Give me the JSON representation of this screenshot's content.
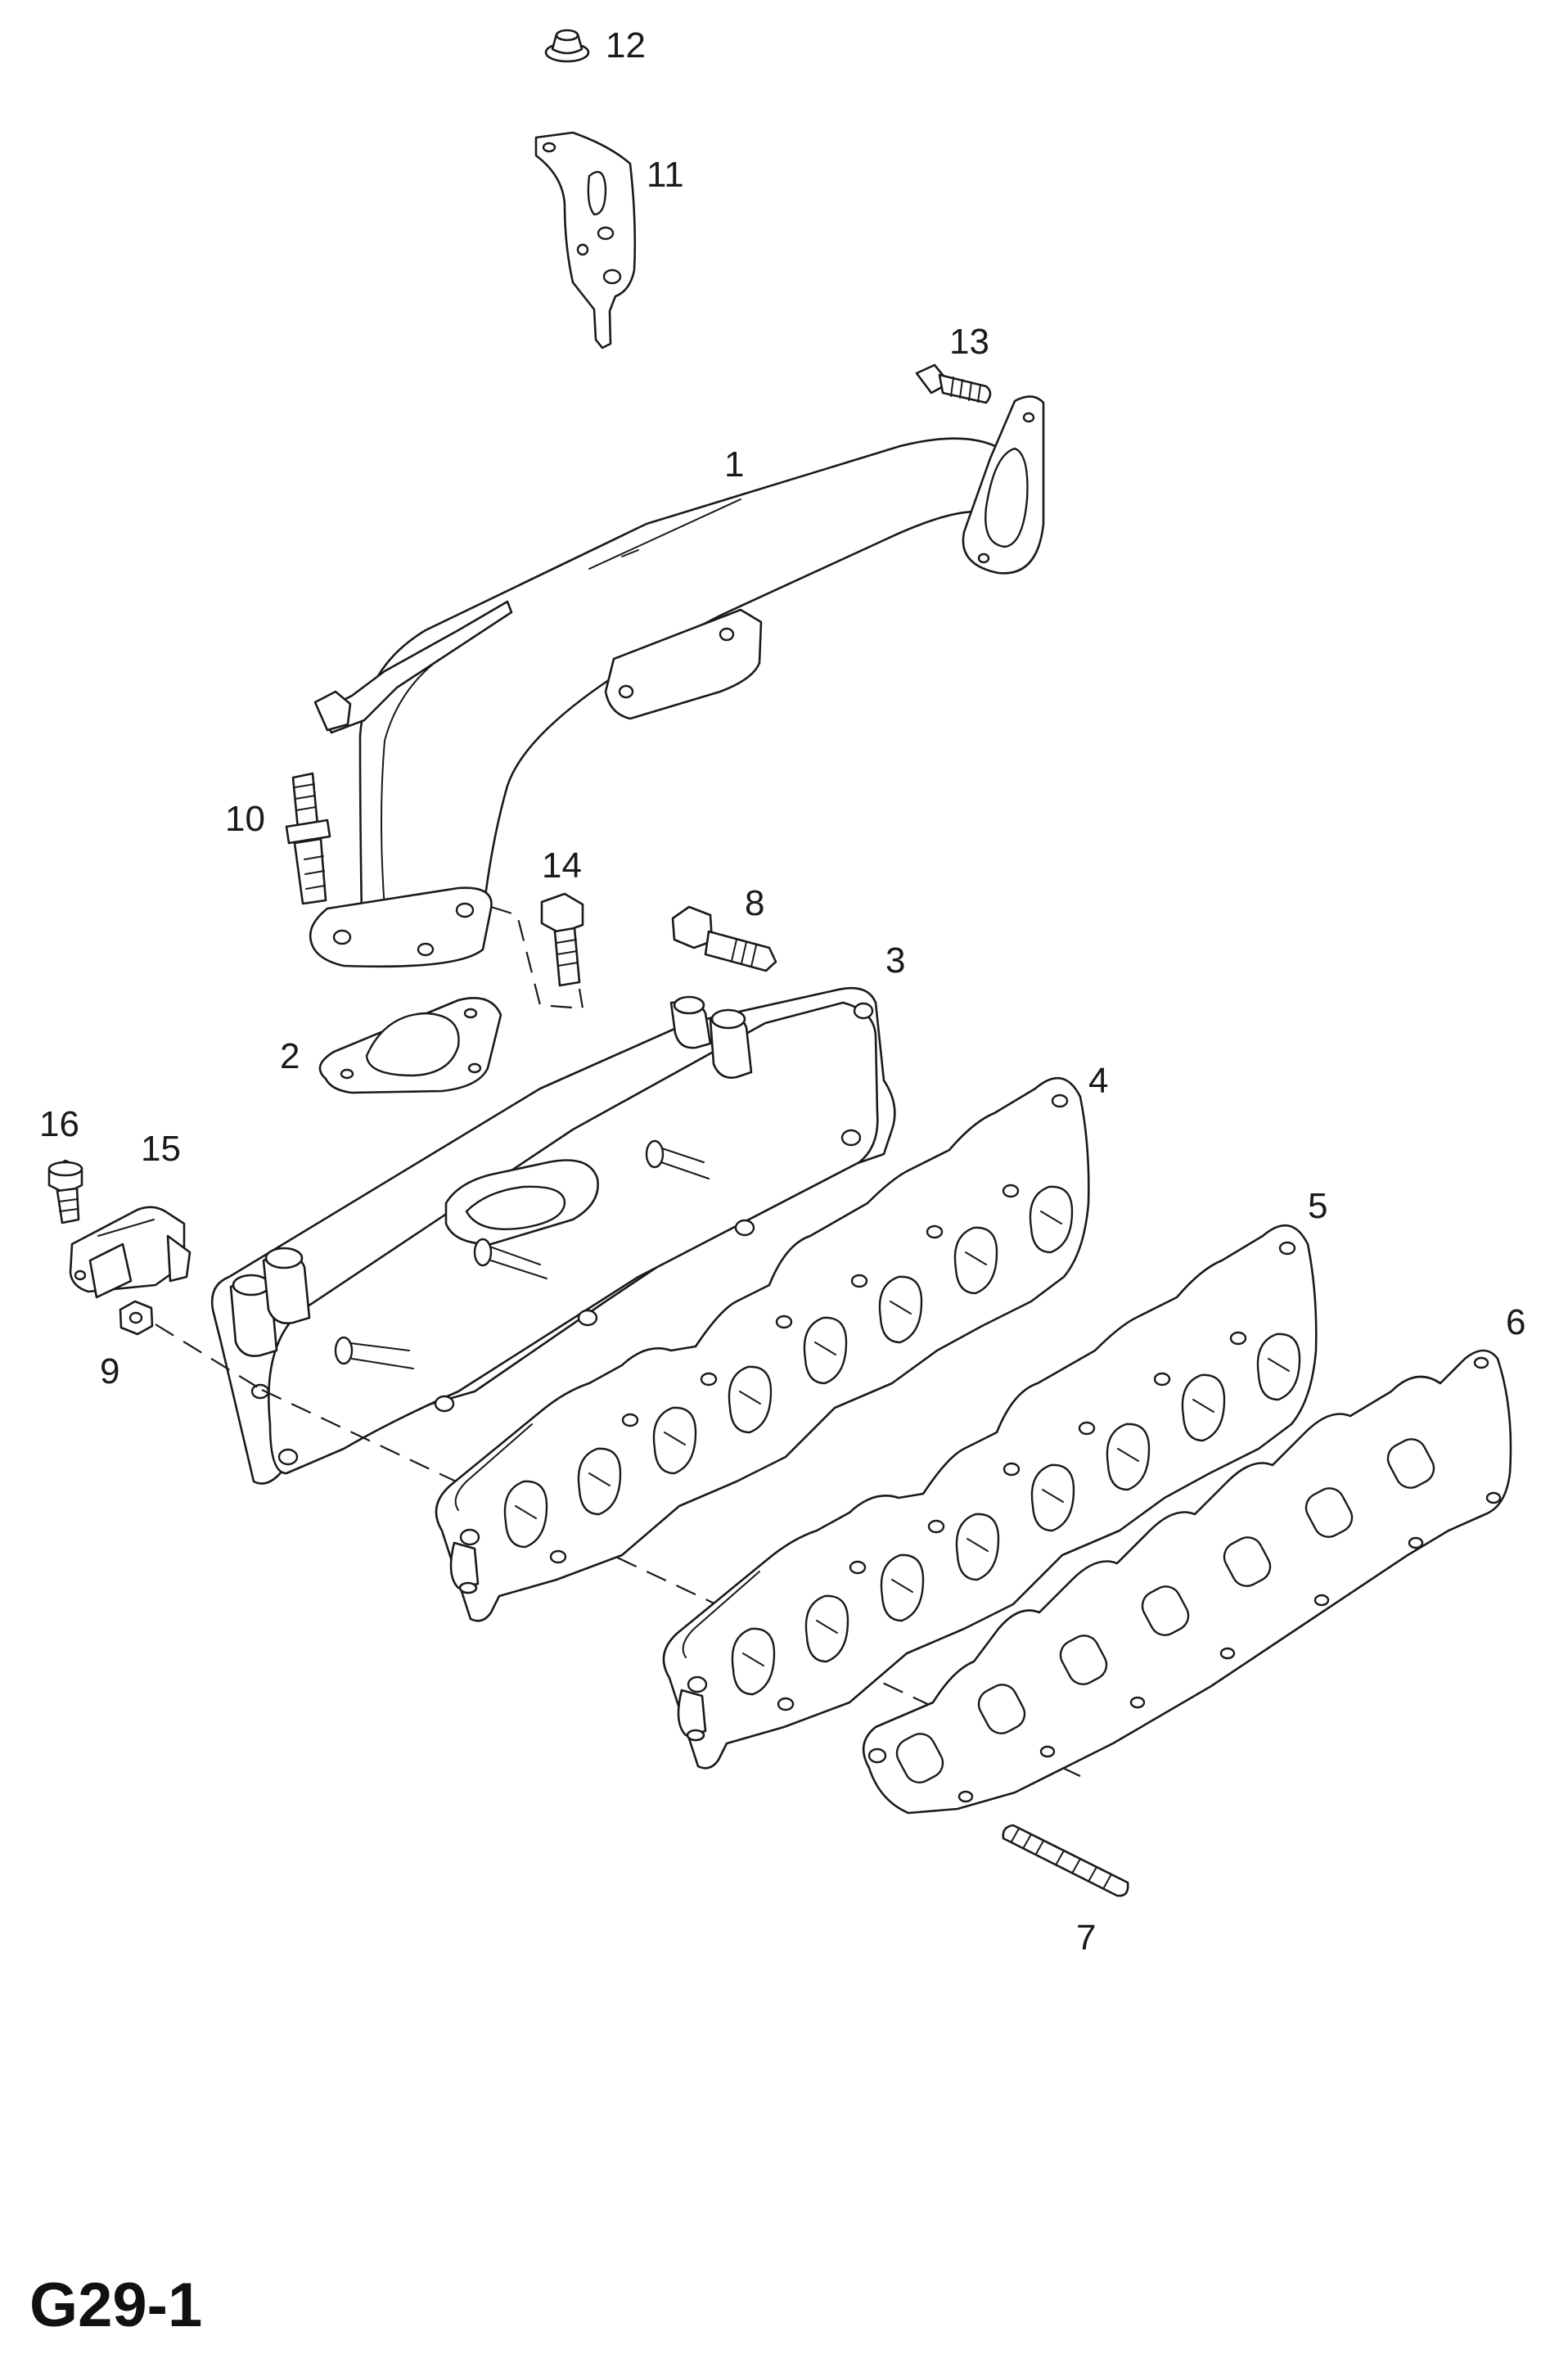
{
  "diagram_code": "G29-1",
  "callouts": [
    {
      "id": "p1",
      "label": "1"
    },
    {
      "id": "p2",
      "label": "2"
    },
    {
      "id": "p3",
      "label": "3"
    },
    {
      "id": "p4",
      "label": "4"
    },
    {
      "id": "p5",
      "label": "5"
    },
    {
      "id": "p6",
      "label": "6"
    },
    {
      "id": "p7",
      "label": "7"
    },
    {
      "id": "p8",
      "label": "8"
    },
    {
      "id": "p9",
      "label": "9"
    },
    {
      "id": "p10",
      "label": "10"
    },
    {
      "id": "p11",
      "label": "11"
    },
    {
      "id": "p12",
      "label": "12"
    },
    {
      "id": "p13",
      "label": "13"
    },
    {
      "id": "p14",
      "label": "14"
    },
    {
      "id": "p15",
      "label": "15"
    },
    {
      "id": "p16",
      "label": "16"
    }
  ],
  "colors": {
    "line": "#1a1a1a",
    "background": "#ffffff"
  }
}
